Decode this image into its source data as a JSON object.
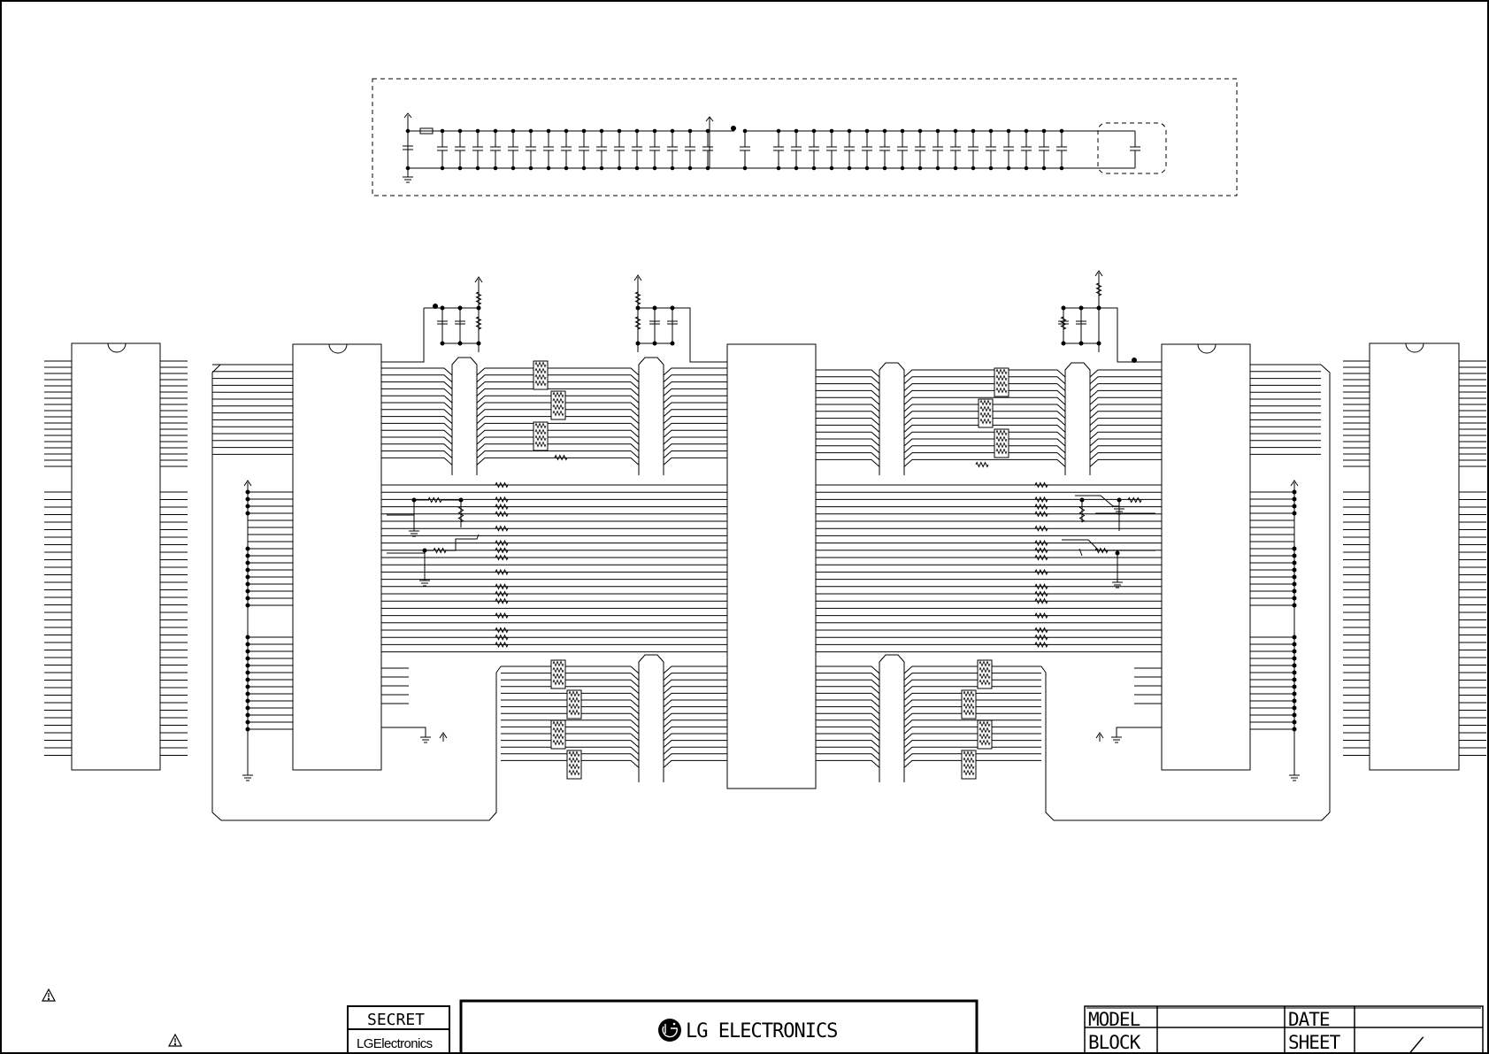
{
  "title_block": {
    "secret_label": "SECRET",
    "company_small": "LGElectronics",
    "company_banner": "LG ELECTRONICS",
    "model_label": "MODEL",
    "block_label": "BLOCK",
    "date_label": "DATE",
    "sheet_label": "SHEET",
    "sheet_separator": "/"
  },
  "markers": {
    "warning_glyph": "warning-triangle-icon"
  },
  "colors": {
    "ink": "#000000",
    "paper": "#ffffff"
  }
}
